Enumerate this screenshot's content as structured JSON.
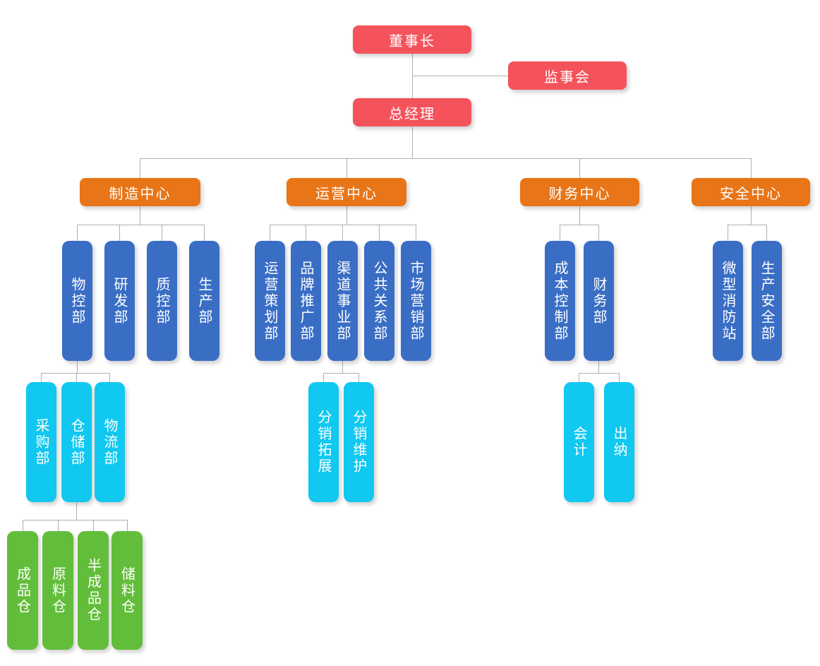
{
  "diagram_type": "org-chart",
  "colors": {
    "level1_executive": "#f4535c",
    "level2_center": "#e87517",
    "level3_department": "#3a6ec5",
    "level4_sub_department": "#10c8f0",
    "level5_warehouse": "#62be3a",
    "connector_line": "#b0b0b0",
    "text": "#ffffff",
    "background": "#ffffff"
  },
  "nodes": {
    "chairman": "董事长",
    "supervisory_board": "监事会",
    "general_manager": "总经理",
    "manufacturing_center": "制造中心",
    "operations_center": "运营中心",
    "finance_center": "财务中心",
    "safety_center": "安全中心",
    "material_control_dept": "物控部",
    "rnd_dept": "研发部",
    "quality_control_dept": "质控部",
    "production_dept": "生产部",
    "operations_planning_dept": "运营策划部",
    "brand_promotion_dept": "品牌推广部",
    "channel_business_dept": "渠道事业部",
    "public_relations_dept": "公共关系部",
    "marketing_dept": "市场营销部",
    "cost_control_dept": "成本控制部",
    "finance_dept": "财务部",
    "micro_fire_station": "微型消防站",
    "production_safety_dept": "生产安全部",
    "purchasing_dept": "采购部",
    "warehousing_dept": "仓储部",
    "logistics_dept": "物流部",
    "distribution_expansion": "分销拓展",
    "distribution_maintenance": "分销维护",
    "accounting": "会计",
    "cashier": "出纳",
    "finished_goods_warehouse": "成品仓",
    "raw_material_warehouse": "原料仓",
    "semi_finished_warehouse": "半成品仓",
    "storage_warehouse": "储料仓"
  },
  "structure": {
    "chairman": {
      "supervisory_board": {},
      "general_manager": {
        "manufacturing_center": {
          "material_control_dept": {
            "purchasing_dept": {},
            "warehousing_dept": {
              "finished_goods_warehouse": {},
              "raw_material_warehouse": {},
              "semi_finished_warehouse": {},
              "storage_warehouse": {}
            },
            "logistics_dept": {}
          },
          "rnd_dept": {},
          "quality_control_dept": {},
          "production_dept": {}
        },
        "operations_center": {
          "operations_planning_dept": {},
          "brand_promotion_dept": {},
          "channel_business_dept": {
            "distribution_expansion": {},
            "distribution_maintenance": {}
          },
          "public_relations_dept": {},
          "marketing_dept": {}
        },
        "finance_center": {
          "cost_control_dept": {},
          "finance_dept": {
            "accounting": {},
            "cashier": {}
          }
        },
        "safety_center": {
          "micro_fire_station": {},
          "production_safety_dept": {}
        }
      }
    }
  }
}
